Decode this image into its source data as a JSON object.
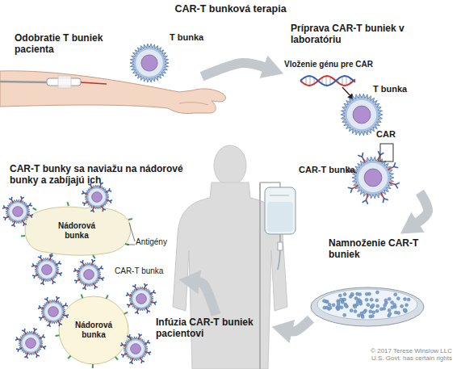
{
  "diagram": {
    "title": "CAR-T bunková terapia",
    "nodes": [
      {
        "text": [
          "Odobratie T buniek pacienta"
        ]
      },
      {
        "text": [
          "Príprava CAR-T buniek v laboratóriu"
        ]
      },
      {
        "text": [
          "Namnoženie CAR-T buniek"
        ]
      },
      {
        "text": [
          "Infúzia CAR-T buniek pacientovi"
        ]
      },
      {
        "text": [
          "CAR-T bunky sa naviažu na nádorové bunky a zabíjajú ich"
        ]
      },
      {
        "text": [
          "Nádorová bunka"
        ],
        "in": 4
      },
      {
        "text": [
          "Nádorová bunka"
        ],
        "in": 4
      }
    ],
    "edges": [
      {
        "from": 0,
        "to": 1,
        "arrow": "to"
      },
      {
        "from": 1,
        "to": 2,
        "arrow": "to"
      },
      {
        "from": 2,
        "to": 3,
        "arrow": "to"
      },
      {
        "from": 3,
        "to": 4,
        "arrow": "to"
      }
    ],
    "labels": [
      "T bunka",
      "Vloženie génu pre CAR",
      "T bunka",
      "CAR",
      "CAR-T bunka",
      "Antigény",
      "CAR-T bunka",
      "© 2017 Terese Winslow LLC U.S. Govt. has certain rights"
    ]
  }
}
